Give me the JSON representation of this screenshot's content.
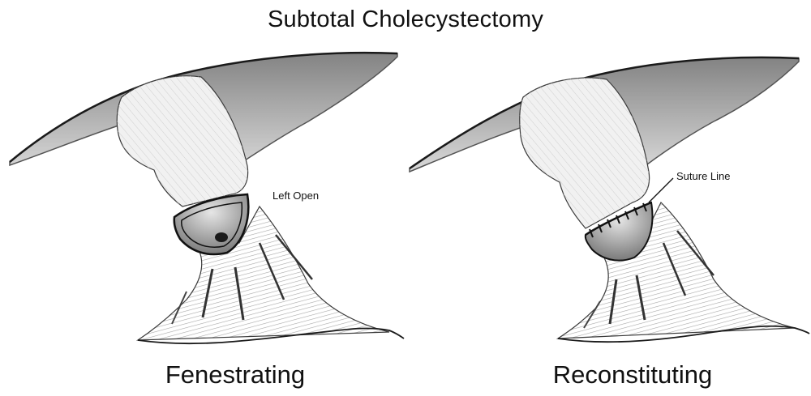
{
  "title": "Subtotal Cholecystectomy",
  "panels": [
    {
      "caption": "Fenestrating",
      "annotation": "Left Open"
    },
    {
      "caption": "Reconstituting",
      "annotation": "Suture Line"
    }
  ],
  "colors": {
    "ink": "#1a1a1a",
    "liver_shade": "#8a8a8a",
    "gallbladder": "#efefef",
    "duct_shade": "#9a9a9a",
    "opening": "#6a6a6a"
  }
}
